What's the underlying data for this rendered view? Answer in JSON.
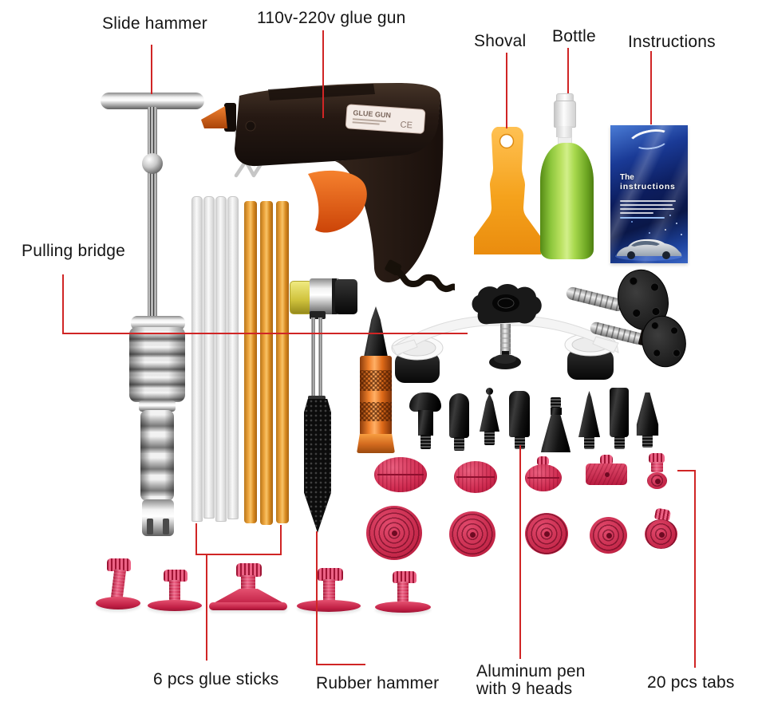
{
  "labels": {
    "slide_hammer": "Slide hammer",
    "glue_gun": "110v-220v glue gun",
    "shoval": "Shoval",
    "bottle": "Bottle",
    "instructions": "Instructions",
    "pulling_bridge": "Pulling bridge",
    "glue_sticks": "6 pcs glue sticks",
    "rubber_hammer": "Rubber hammer",
    "aluminum_pen_line1": "Aluminum pen",
    "aluminum_pen_line2": "with 9 heads",
    "tabs": "20 pcs tabs"
  },
  "glue_gun_sticker": {
    "title": "GLUE GUN",
    "ce_mark": "CE"
  },
  "booklet": {
    "title_line1": "The",
    "title_line2": "instructions"
  },
  "colors": {
    "callout_red": "#d02525",
    "tab_pink": "#d6355c",
    "tool_orange": "#ef8f2a",
    "bottle_green": "#8cc63c",
    "booklet_blue": "#16307e"
  }
}
